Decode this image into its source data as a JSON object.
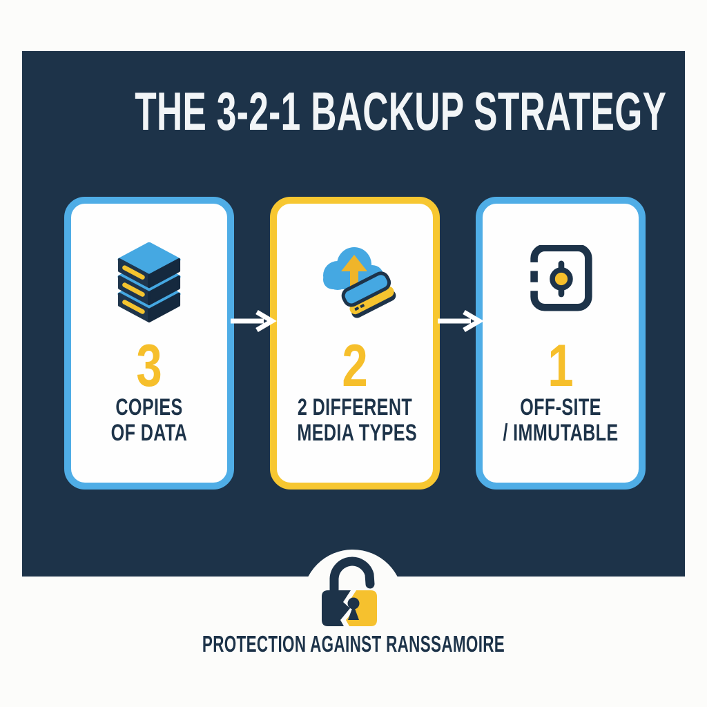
{
  "title": "THE 3-2-1 BACKUP STRATEGY",
  "cards": [
    {
      "number": "3",
      "label_line1": "COPIES",
      "label_line2": "OF DATA",
      "icon": "server-stack-icon",
      "border_color": "#4fade6"
    },
    {
      "number": "2",
      "label_line1": "2 DIFFERENT",
      "label_line2": "MEDIA TYPES",
      "icon": "cloud-upload-drive-icon",
      "border_color": "#f7c731"
    },
    {
      "number": "1",
      "label_line1": "OFF-SITE",
      "label_line2": "/ IMMUTABLE",
      "icon": "vault-safe-icon",
      "border_color": "#4fade6"
    }
  ],
  "arrows": {
    "count": 2,
    "direction": "right",
    "color": "#ffffff"
  },
  "footer": {
    "caption": "PROTECTION AGAINST RANSSAMOIRE",
    "icon": "broken-padlock-icon"
  },
  "colors": {
    "panel_navy": "#1d3349",
    "card_blue_border": "#4fade6",
    "card_yellow_border": "#f7c731",
    "number_yellow": "#f6bf2b",
    "icon_blue": "#45a8e2",
    "icon_yellow": "#f5c42f",
    "background": "#fcfcfa",
    "title_white": "#f2f5f7"
  }
}
